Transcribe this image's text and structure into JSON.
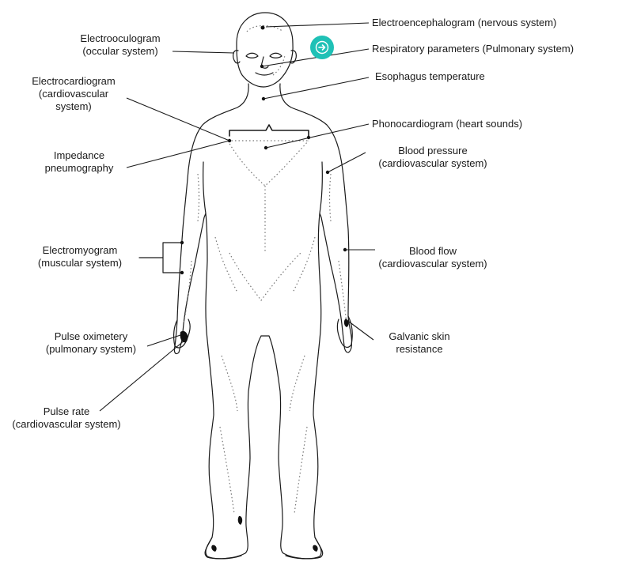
{
  "labels": {
    "eeg": "Electroencephalogram (nervous system)",
    "eog": [
      "Electrooculogram",
      "(occular system)"
    ],
    "resp": "Respiratory parameters (Pulmonary system)",
    "esoph": "Esophagus temperature",
    "ecg": [
      "Electrocardiogram",
      "(cardiovascular",
      "system)"
    ],
    "pcg": "Phonocardiogram (heart sounds)",
    "imped": [
      "Impedance",
      "pneumography"
    ],
    "bp": [
      "Blood pressure",
      "(cardiovascular system)"
    ],
    "emg": [
      "Electromyogram",
      "(muscular system)"
    ],
    "flow": [
      "Blood flow",
      "(cardiovascular system)"
    ],
    "ox": [
      "Pulse oximetery",
      "(pulmonary system)"
    ],
    "gsr": [
      "Galvanic skin",
      "resistance"
    ],
    "pulse": [
      "Pulse rate",
      "(cardiovascular system)"
    ]
  },
  "colors": {
    "accent": "#1fc1b6",
    "line": "#1a1a1a"
  },
  "icons": {
    "nav": "arrow-right-icon"
  }
}
